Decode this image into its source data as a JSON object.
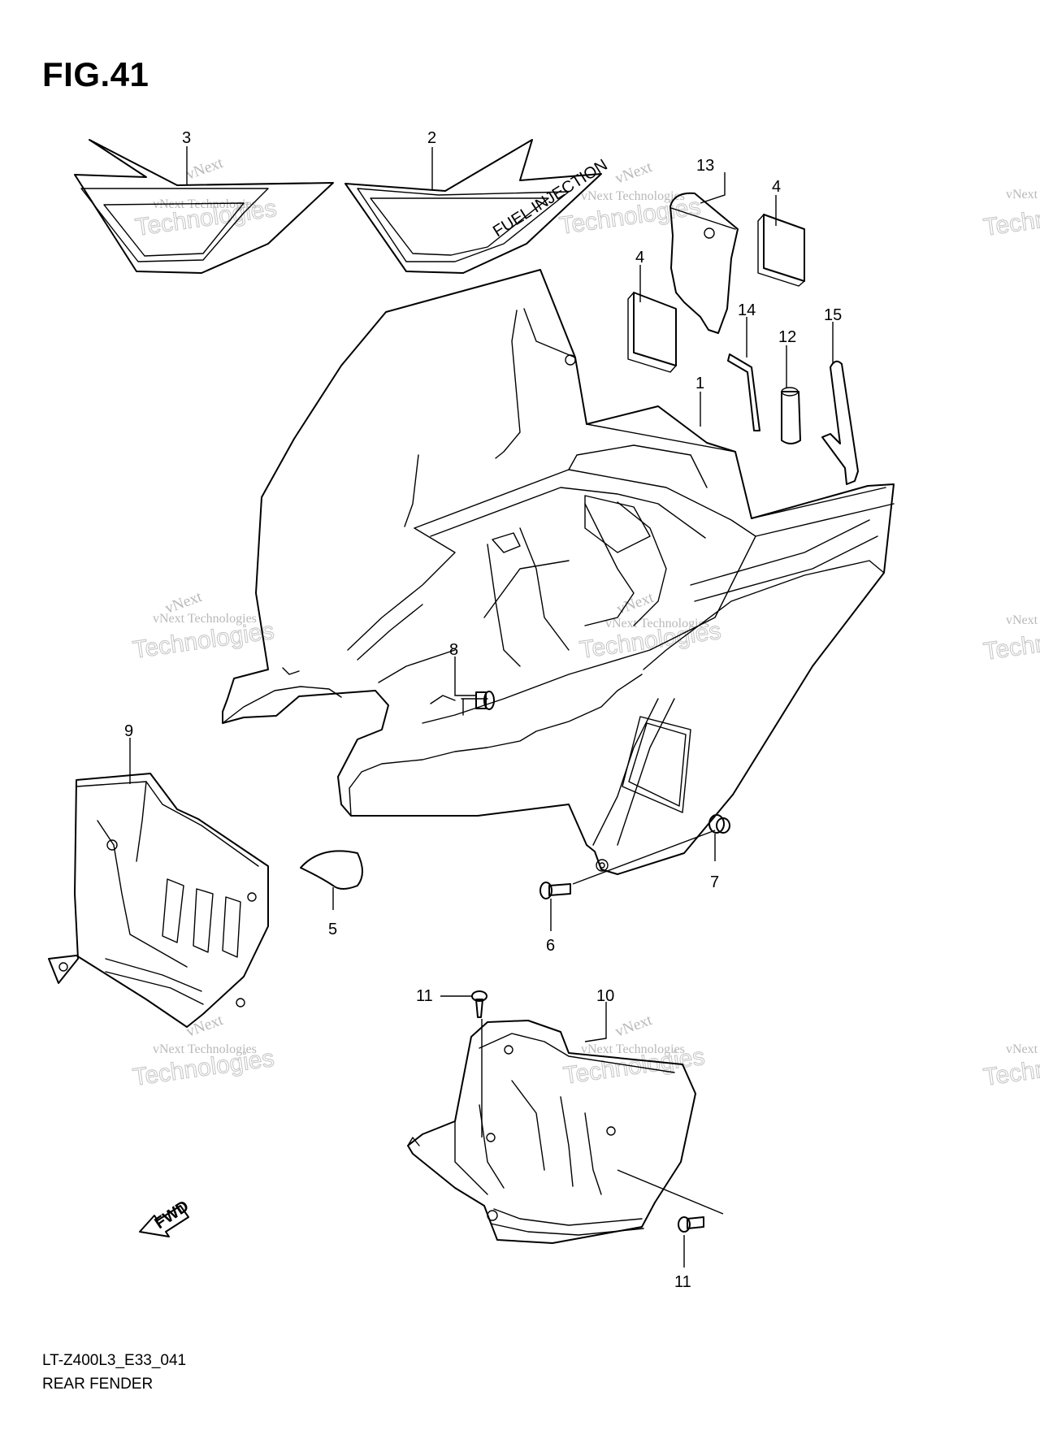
{
  "figure": {
    "title": "FIG.41",
    "code": "LT-Z400L3_E33_041",
    "caption": "REAR FENDER"
  },
  "callouts": {
    "c1": "1",
    "c2": "2",
    "c3": "3",
    "c4a": "4",
    "c4b": "4",
    "c5": "5",
    "c6": "6",
    "c7": "7",
    "c8": "8",
    "c9": "9",
    "c10": "10",
    "c11a": "11",
    "c11b": "11",
    "c12": "12",
    "c13": "13",
    "c14": "14",
    "c15": "15"
  },
  "decal_text": "FUEL INJECTION",
  "fwd_label": "FWD",
  "watermark": {
    "brand": "vNext",
    "line": "vNext Technologies",
    "big": "Technologies"
  },
  "colors": {
    "line": "#000000",
    "watermark": "#b8b8b8",
    "background": "#ffffff"
  }
}
